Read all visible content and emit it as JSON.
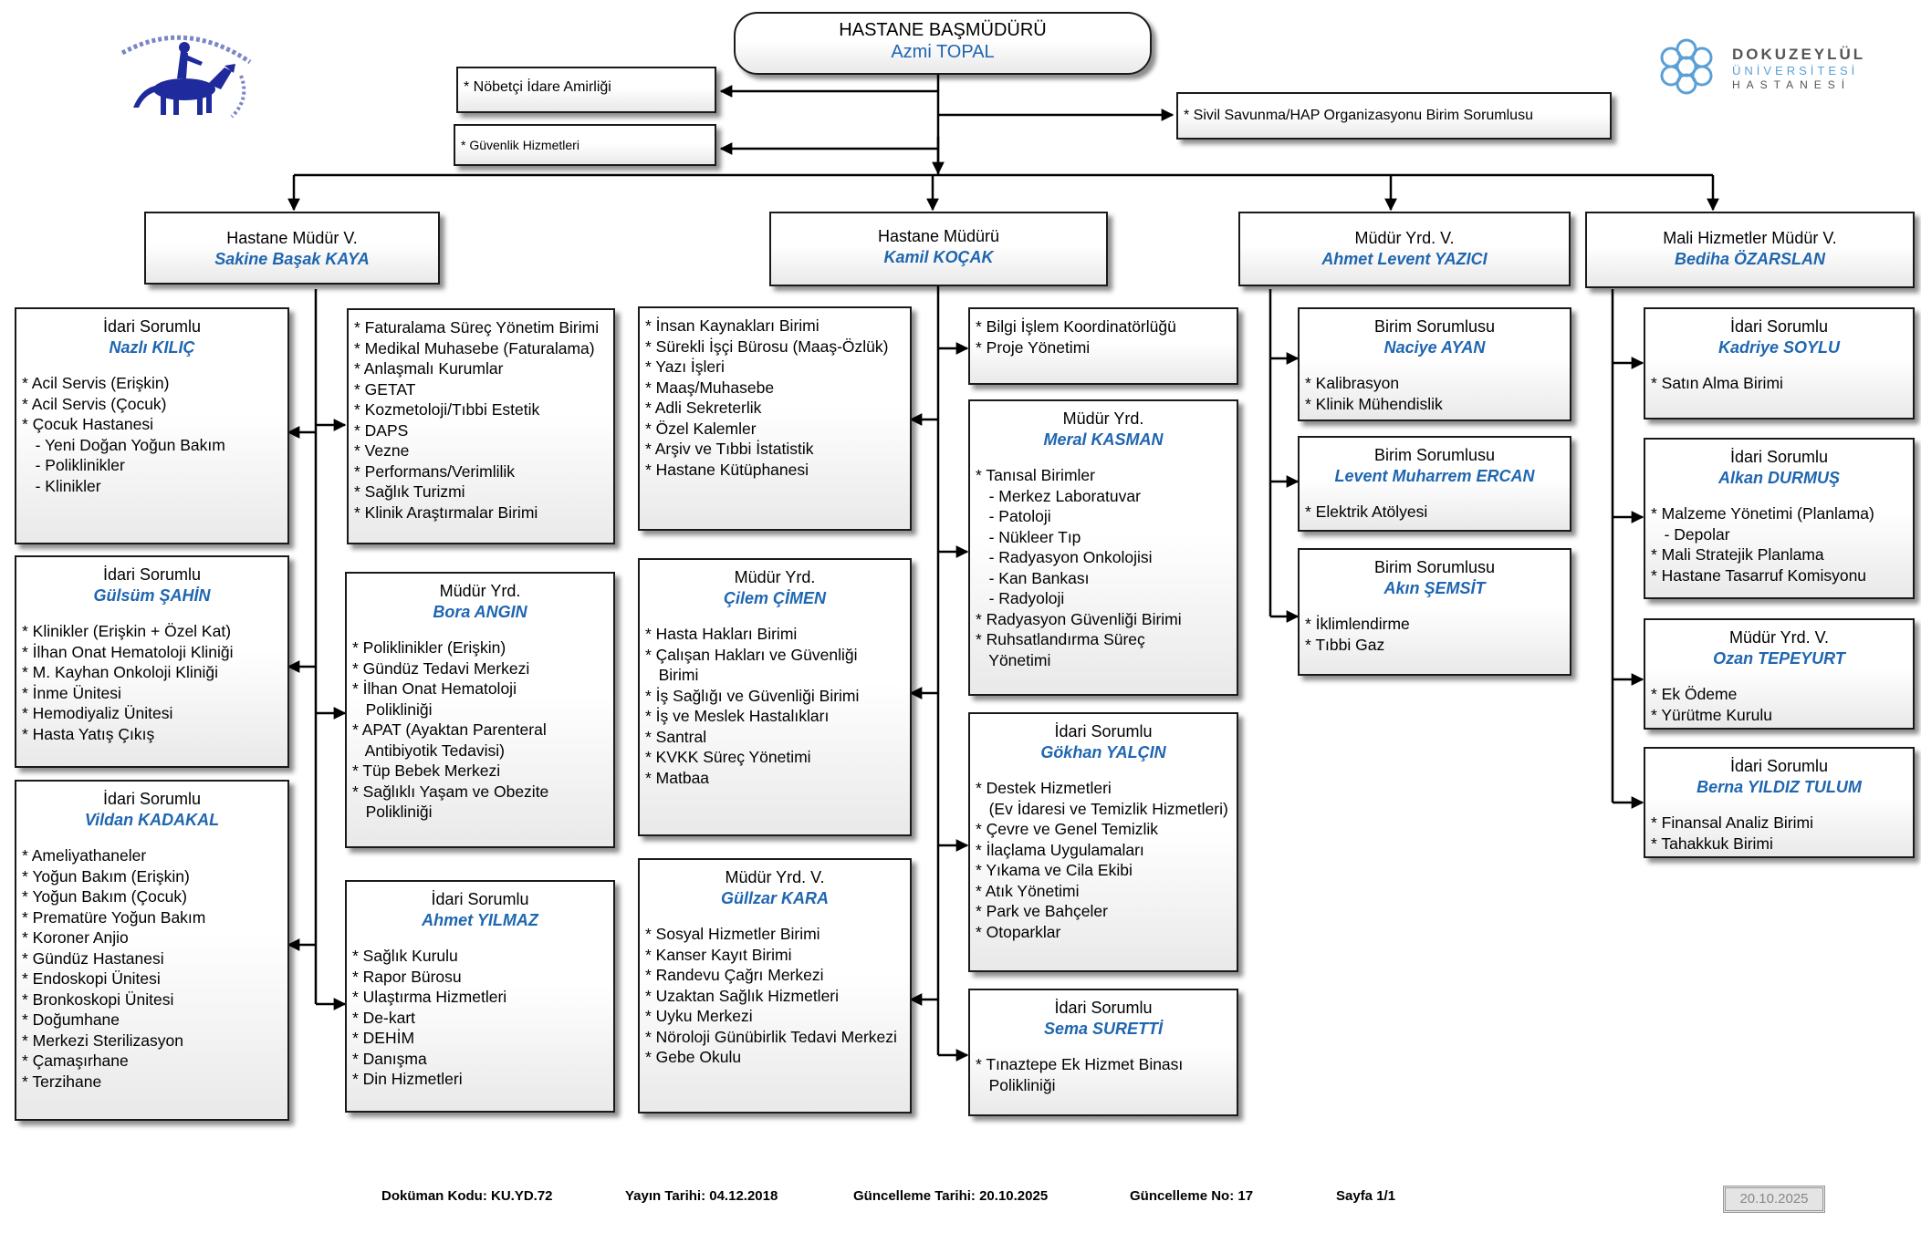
{
  "footer": {
    "doc_code": "Doküman Kodu: KU.YD.72",
    "publish_date": "Yayın Tarihi: 04.12.2018",
    "update_date": "Güncelleme Tarihi: 20.10.2025",
    "update_no": "Güncelleme No: 17",
    "page": "Sayfa 1/1",
    "badge": "20.10.2025"
  },
  "logo_right": {
    "line1": "DOKUZEYLÜL",
    "line2": "ÜNİVERSİTESİ",
    "line3": "HASTANESİ"
  },
  "colors": {
    "name": "#1f66b0",
    "border": "#1a1a1a"
  },
  "root": {
    "title": "HASTANE BAŞMÜDÜRÜ",
    "name": "Azmi TOPAL"
  },
  "staff": {
    "nobetci": "* Nöbetçi İdare Amirliği",
    "guvenlik": "* Güvenlik Hizmetleri",
    "sivil": "* Sivil Savunma/HAP Organizasyonu Birim Sorumlusu"
  },
  "managers": [
    {
      "title": "Hastane Müdür V.",
      "name": "Sakine Başak KAYA"
    },
    {
      "title": "Hastane Müdürü",
      "name": "Kamil KOÇAK"
    },
    {
      "title": "Müdür Yrd. V.",
      "name": "Ahmet Levent YAZICI"
    },
    {
      "title": "Mali Hizmetler Müdür V.",
      "name": "Bediha ÖZARSLAN"
    }
  ],
  "units": [
    {
      "title": "İdari Sorumlu",
      "name": "Nazlı KILIÇ",
      "items": [
        "* Acil Servis (Erişkin)",
        "* Acil Servis (Çocuk)",
        "* Çocuk Hastanesi",
        "   - Yeni Doğan Yoğun Bakım",
        "   - Poliklinikler",
        "   - Klinikler"
      ]
    },
    {
      "title": "İdari Sorumlu",
      "name": "Gülsüm ŞAHİN",
      "items": [
        "* Klinikler (Erişkin + Özel Kat)",
        "* İlhan Onat Hematoloji Kliniği",
        "* M. Kayhan Onkoloji Kliniği",
        "* İnme Ünitesi",
        "* Hemodiyaliz Ünitesi",
        "* Hasta Yatış Çıkış"
      ]
    },
    {
      "title": "İdari Sorumlu",
      "name": "Vildan KADAKAL",
      "items": [
        "* Ameliyathaneler",
        "* Yoğun Bakım (Erişkin)",
        "* Yoğun Bakım (Çocuk)",
        "* Prematüre Yoğun Bakım",
        "* Koroner Anjio",
        "* Gündüz Hastanesi",
        "* Endoskopi Ünitesi",
        "* Bronkoskopi Ünitesi",
        "* Doğumhane",
        "* Merkezi Sterilizasyon",
        "* Çamaşırhane",
        "* Terzihane"
      ]
    },
    {
      "title": "",
      "name": "",
      "items": [
        "* Faturalama Süreç Yönetim Birimi",
        "* Medikal Muhasebe (Faturalama)",
        "* Anlaşmalı Kurumlar",
        "* GETAT",
        "* Kozmetoloji/Tıbbi Estetik",
        "* DAPS",
        "* Vezne",
        "* Performans/Verimlilik",
        "* Sağlık Turizmi",
        "* Klinik Araştırmalar Birimi"
      ]
    },
    {
      "title": "Müdür Yrd.",
      "name": "Bora ANGIN",
      "items": [
        "* Poliklinikler (Erişkin)",
        "* Gündüz Tedavi Merkezi",
        "* İlhan Onat Hematoloji",
        "   Polikliniği",
        "* APAT (Ayaktan Parenteral",
        "   Antibiyotik Tedavisi)",
        "* Tüp Bebek Merkezi",
        "* Sağlıklı Yaşam ve Obezite",
        "   Polikliniği"
      ]
    },
    {
      "title": "İdari Sorumlu",
      "name": "Ahmet YILMAZ",
      "items": [
        "* Sağlık Kurulu",
        "* Rapor Bürosu",
        "* Ulaştırma Hizmetleri",
        "* De-kart",
        "* DEHİM",
        "* Danışma",
        "* Din Hizmetleri"
      ]
    },
    {
      "title": "",
      "name": "",
      "items": [
        "* İnsan Kaynakları Birimi",
        "* Sürekli İşçi Bürosu (Maaş-Özlük)",
        "* Yazı İşleri",
        "* Maaş/Muhasebe",
        "* Adli Sekreterlik",
        "* Özel Kalemler",
        "* Arşiv ve Tıbbi İstatistik",
        "* Hastane Kütüphanesi"
      ]
    },
    {
      "title": "Müdür Yrd.",
      "name": "Çilem ÇİMEN",
      "items": [
        "* Hasta Hakları Birimi",
        "* Çalışan Hakları ve Güvenliği",
        "   Birimi",
        "* İş Sağlığı ve Güvenliği Birimi",
        "* İş ve Meslek Hastalıkları",
        "* Santral",
        "* KVKK Süreç Yönetimi",
        "* Matbaa"
      ]
    },
    {
      "title": "Müdür Yrd. V.",
      "name": "Güllzar KARA",
      "items": [
        "* Sosyal Hizmetler Birimi",
        "* Kanser Kayıt Birimi",
        "* Randevu Çağrı Merkezi",
        "* Uzaktan Sağlık Hizmetleri",
        "* Uyku Merkezi",
        "* Nöroloji Günübirlik Tedavi Merkezi",
        "* Gebe Okulu"
      ]
    },
    {
      "title": "",
      "name": "",
      "items": [
        "* Bilgi İşlem Koordinatörlüğü",
        "* Proje Yönetimi"
      ]
    },
    {
      "title": "Müdür Yrd.",
      "name": "Meral KASMAN",
      "items": [
        "* Tanısal Birimler",
        "   - Merkez Laboratuvar",
        "   - Patoloji",
        "   - Nükleer Tıp",
        "   - Radyasyon Onkolojisi",
        "   - Kan Bankası",
        "   - Radyoloji",
        "* Radyasyon Güvenliği Birimi",
        "* Ruhsatlandırma Süreç",
        "   Yönetimi"
      ]
    },
    {
      "title": "İdari Sorumlu",
      "name": "Gökhan YALÇIN",
      "items": [
        "* Destek Hizmetleri",
        "   (Ev İdaresi ve Temizlik Hizmetleri)",
        "* Çevre ve Genel Temizlik",
        "* İlaçlama Uygulamaları",
        "* Yıkama ve Cila Ekibi",
        "* Atık Yönetimi",
        "* Park ve Bahçeler",
        "* Otoparklar"
      ]
    },
    {
      "title": "İdari Sorumlu",
      "name": "Sema SURETTİ",
      "items": [
        "* Tınaztepe Ek Hizmet Binası",
        "   Polikliniği"
      ]
    },
    {
      "title": "Birim Sorumlusu",
      "name": "Naciye AYAN",
      "items": [
        "* Kalibrasyon",
        "* Klinik Mühendislik"
      ]
    },
    {
      "title": "Birim Sorumlusu",
      "name": "Levent Muharrem ERCAN",
      "items": [
        "* Elektrik Atölyesi"
      ]
    },
    {
      "title": "Birim Sorumlusu",
      "name": "Akın ŞEMSİT",
      "items": [
        "* İklimlendirme",
        "* Tıbbi Gaz"
      ]
    },
    {
      "title": "İdari Sorumlu",
      "name": "Kadriye SOYLU",
      "items": [
        "* Satın Alma Birimi"
      ]
    },
    {
      "title": "İdari Sorumlu",
      "name": "Alkan DURMUŞ",
      "items": [
        "* Malzeme Yönetimi (Planlama)",
        "   - Depolar",
        "* Mali Stratejik Planlama",
        "* Hastane Tasarruf Komisyonu"
      ]
    },
    {
      "title": "Müdür Yrd. V.",
      "name": "Ozan TEPEYURT",
      "items": [
        "* Ek Ödeme",
        "* Yürütme Kurulu"
      ]
    },
    {
      "title": "İdari Sorumlu",
      "name": "Berna YILDIZ TULUM",
      "items": [
        "* Finansal Analiz Birimi",
        "* Tahakkuk Birimi"
      ]
    }
  ]
}
